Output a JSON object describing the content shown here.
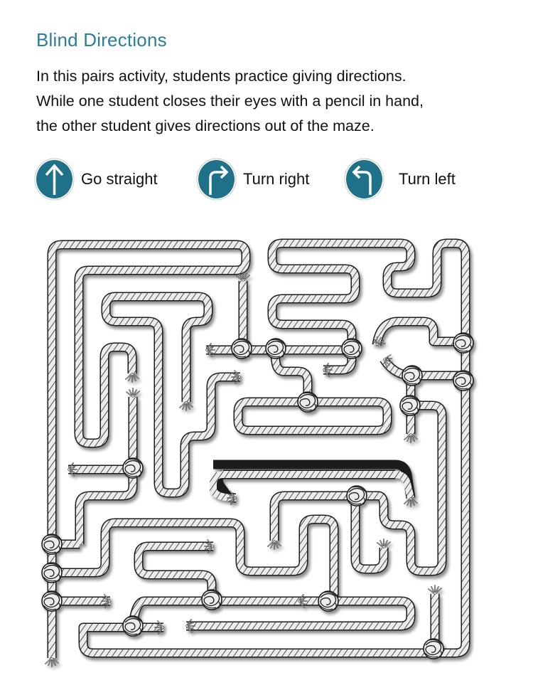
{
  "header": {
    "title": "Blind Directions"
  },
  "intro": {
    "lines": [
      "In this pairs activity, students practice giving directions.",
      "While one student closes their eyes with a pencil in hand,",
      "the other student gives directions out of the maze."
    ]
  },
  "legend": {
    "items": [
      {
        "icon": "arrow-up-icon",
        "label": "Go straight"
      },
      {
        "icon": "turn-right-icon",
        "label": "Turn right"
      },
      {
        "icon": "turn-left-icon",
        "label": "Turn left"
      }
    ]
  },
  "colors": {
    "title": "#2a7f96",
    "sign_fill": "#1f7189",
    "sign_ring": "#d9d9d9",
    "rope_fill": "#ececec",
    "rope_outline": "#1a1a1a",
    "text": "#111111"
  },
  "maze": {
    "description": "Rope maze with knots and frayed rope ends",
    "exit_label": ""
  }
}
